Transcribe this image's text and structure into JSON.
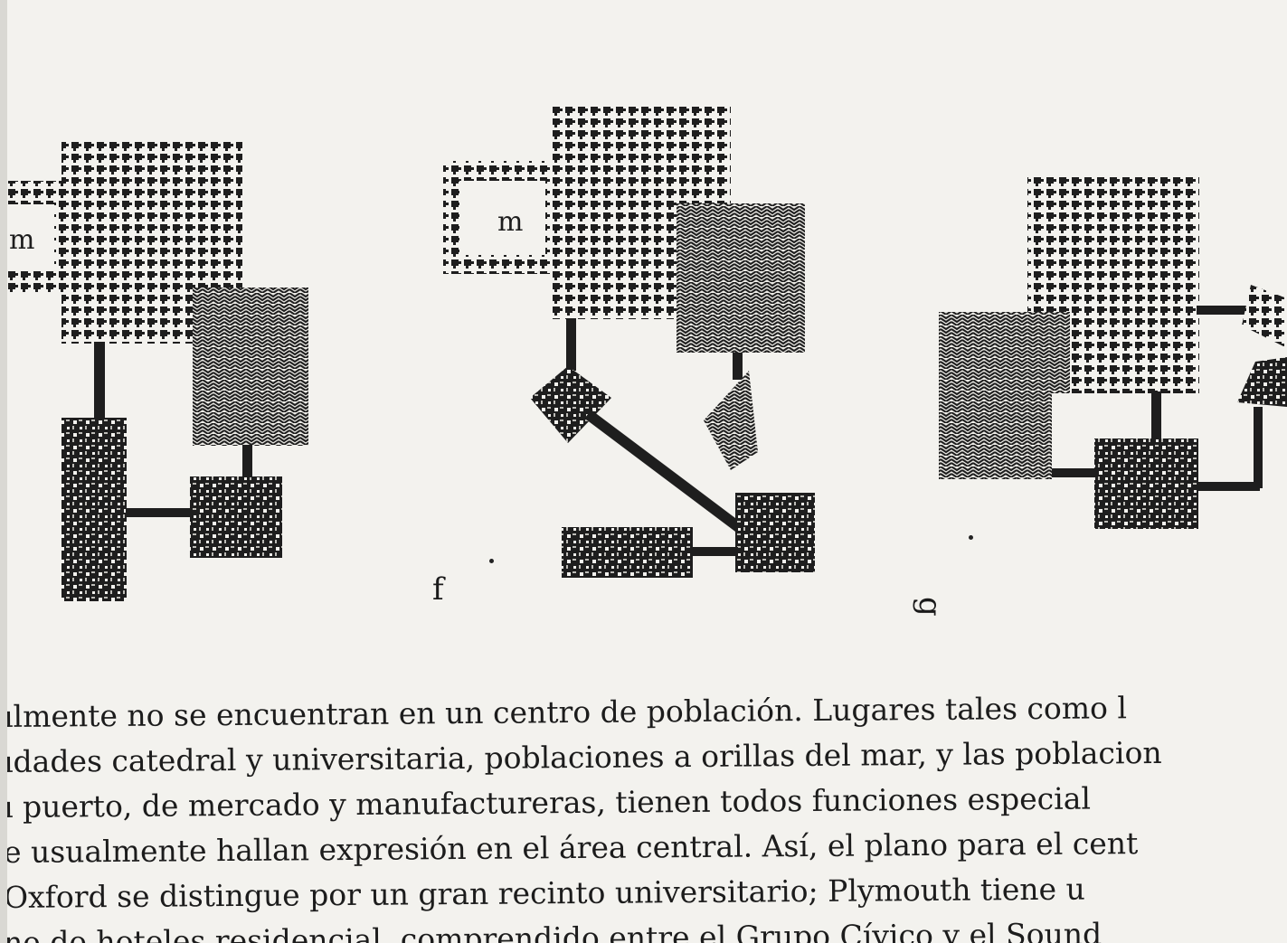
{
  "figure": {
    "labels": {
      "m_left": "m",
      "m_center": "m",
      "caption_f": "f",
      "caption_g": "g"
    },
    "patterns": [
      "houndstooth",
      "herringbone",
      "checker-grid",
      "diamond"
    ],
    "ink_color": "#1e1e1e",
    "paper_color": "#f3f2ee"
  },
  "text": {
    "lines": [
      "ılmente no se encuentran en un centro de población.  Lugares tales como l",
      "ıdades catedral y universitaria, poblaciones a orillas del mar, y las poblacion",
      "ı puerto, de mercado y manufactureras, tienen todos funciones especial",
      "e usualmente hallan expresión en el área central.  Así, el plano para el cent",
      " Oxford se distingue por un gran recinto universitario; Plymouth tiene u",
      "ne de hoteles residencial, comprendido entre el Grupo Cívico y el Sound"
    ]
  }
}
